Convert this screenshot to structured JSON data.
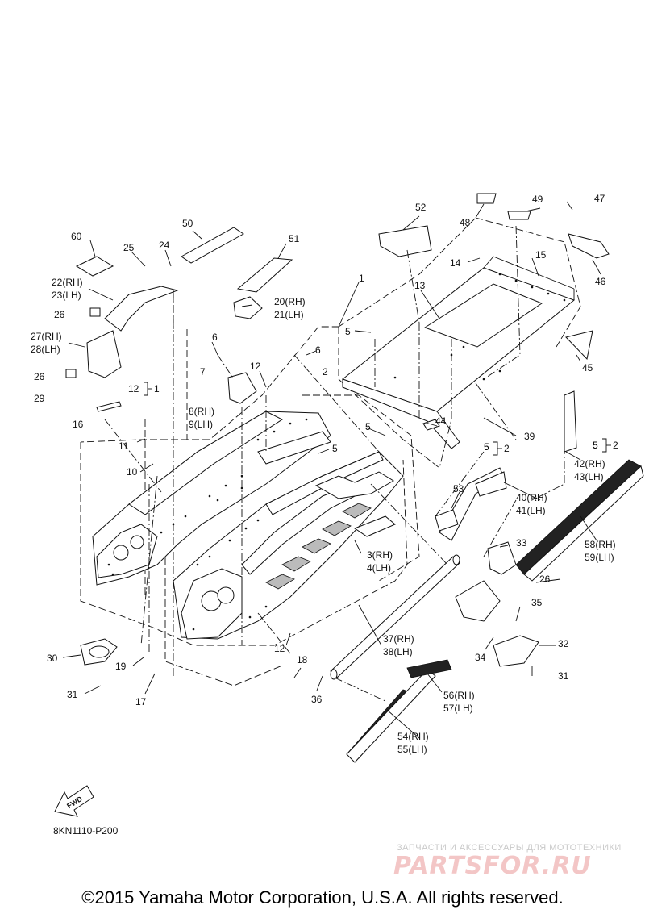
{
  "callouts": [
    {
      "id": "1",
      "text": "1"
    },
    {
      "id": "2",
      "text": "2"
    },
    {
      "id": "3",
      "text": "3(RH)"
    },
    {
      "id": "4",
      "text": "4(LH)"
    },
    {
      "id": "5a",
      "text": "5"
    },
    {
      "id": "5b",
      "text": "5"
    },
    {
      "id": "5c",
      "text": "5"
    },
    {
      "id": "5d",
      "text": "5"
    },
    {
      "id": "5e",
      "text": "5"
    },
    {
      "id": "6a",
      "text": "6"
    },
    {
      "id": "6b",
      "text": "6"
    },
    {
      "id": "7",
      "text": "7"
    },
    {
      "id": "8",
      "text": "8(RH)"
    },
    {
      "id": "9",
      "text": "9(LH)"
    },
    {
      "id": "10",
      "text": "10"
    },
    {
      "id": "11",
      "text": "11"
    },
    {
      "id": "12a",
      "text": "12"
    },
    {
      "id": "12b",
      "text": "12"
    },
    {
      "id": "12c",
      "text": "12"
    },
    {
      "id": "13",
      "text": "13"
    },
    {
      "id": "14",
      "text": "14"
    },
    {
      "id": "15",
      "text": "15"
    },
    {
      "id": "16",
      "text": "16"
    },
    {
      "id": "17",
      "text": "17"
    },
    {
      "id": "18",
      "text": "18"
    },
    {
      "id": "19",
      "text": "19"
    },
    {
      "id": "20",
      "text": "20(RH)"
    },
    {
      "id": "21",
      "text": "21(LH)"
    },
    {
      "id": "22",
      "text": "22(RH)"
    },
    {
      "id": "23",
      "text": "23(LH)"
    },
    {
      "id": "24",
      "text": "24"
    },
    {
      "id": "25",
      "text": "25"
    },
    {
      "id": "26a",
      "text": "26"
    },
    {
      "id": "26b",
      "text": "26"
    },
    {
      "id": "26c",
      "text": "26"
    },
    {
      "id": "27",
      "text": "27(RH)"
    },
    {
      "id": "28",
      "text": "28(LH)"
    },
    {
      "id": "29",
      "text": "29"
    },
    {
      "id": "30",
      "text": "30"
    },
    {
      "id": "31a",
      "text": "31"
    },
    {
      "id": "31b",
      "text": "31"
    },
    {
      "id": "32",
      "text": "32"
    },
    {
      "id": "33",
      "text": "33"
    },
    {
      "id": "34",
      "text": "34"
    },
    {
      "id": "35",
      "text": "35"
    },
    {
      "id": "36",
      "text": "36"
    },
    {
      "id": "37",
      "text": "37(RH)"
    },
    {
      "id": "38",
      "text": "38(LH)"
    },
    {
      "id": "39",
      "text": "39"
    },
    {
      "id": "40",
      "text": "40(RH)"
    },
    {
      "id": "41",
      "text": "41(LH)"
    },
    {
      "id": "42",
      "text": "42(RH)"
    },
    {
      "id": "43",
      "text": "43(LH)"
    },
    {
      "id": "44",
      "text": "44"
    },
    {
      "id": "45",
      "text": "45"
    },
    {
      "id": "46",
      "text": "46"
    },
    {
      "id": "47",
      "text": "47"
    },
    {
      "id": "48",
      "text": "48"
    },
    {
      "id": "49",
      "text": "49"
    },
    {
      "id": "50",
      "text": "50"
    },
    {
      "id": "51",
      "text": "51"
    },
    {
      "id": "52",
      "text": "52"
    },
    {
      "id": "53",
      "text": "53"
    },
    {
      "id": "54",
      "text": "54(RH)"
    },
    {
      "id": "55",
      "text": "55(LH)"
    },
    {
      "id": "56",
      "text": "56(RH)"
    },
    {
      "id": "57",
      "text": "57(LH)"
    },
    {
      "id": "58",
      "text": "58(RH)"
    },
    {
      "id": "59",
      "text": "59(LH)"
    },
    {
      "id": "60",
      "text": "60"
    }
  ],
  "bracket_groups": [
    {
      "id": "b12",
      "left": "12",
      "right": "1"
    },
    {
      "id": "b5a",
      "left": "5",
      "right": "2"
    },
    {
      "id": "b5b",
      "left": "5",
      "right": "2"
    }
  ],
  "fwd_label": "FWD",
  "diagram_code": "8KN1110-P200",
  "watermark": {
    "subtitle": "ЗАПЧАСТИ И АКСЕССУАРЫ ДЛЯ МОТОТЕХНИКИ",
    "logo": "PARTSFOR.RU"
  },
  "copyright": "©2015 Yamaha Motor Corporation, U.S.A. All rights reserved."
}
